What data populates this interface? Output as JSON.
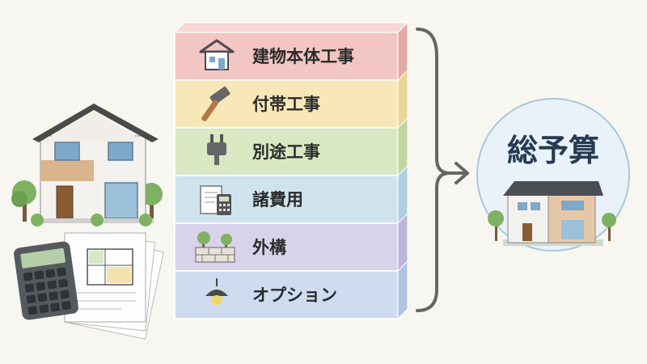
{
  "layers": [
    {
      "label": "建物本体工事",
      "icon": "house-icon",
      "color": "#f2c6c2",
      "side": "#e2aaa5",
      "top": "#f7d8d4"
    },
    {
      "label": "付帯工事",
      "icon": "hammer-icon",
      "color": "#f8e7b8",
      "side": "#ead595",
      "top": "#fbf0cf"
    },
    {
      "label": "別途工事",
      "icon": "plug-icon",
      "color": "#d9e8c3",
      "side": "#bfd6a2",
      "top": "#e6f0d6"
    },
    {
      "label": "諸費用",
      "icon": "document-calculator-icon",
      "color": "#cfe3ee",
      "side": "#aecfe0",
      "top": "#dfecf3"
    },
    {
      "label": "外構",
      "icon": "garden-wall-icon",
      "color": "#d8d2ea",
      "side": "#bdb4da",
      "top": "#e5e0f1"
    },
    {
      "label": "オプション",
      "icon": "pendant-lamp-icon",
      "color": "#cfdcef",
      "side": "#afc3e2",
      "top": "#dfe7f4"
    }
  ],
  "total": {
    "label": "総予算",
    "circle_fill": "#e9f2f8",
    "circle_stroke": "#a9c6dc",
    "text_color": "#263b52"
  },
  "colors": {
    "brace": "#666666",
    "background": "#f7f6f1"
  }
}
